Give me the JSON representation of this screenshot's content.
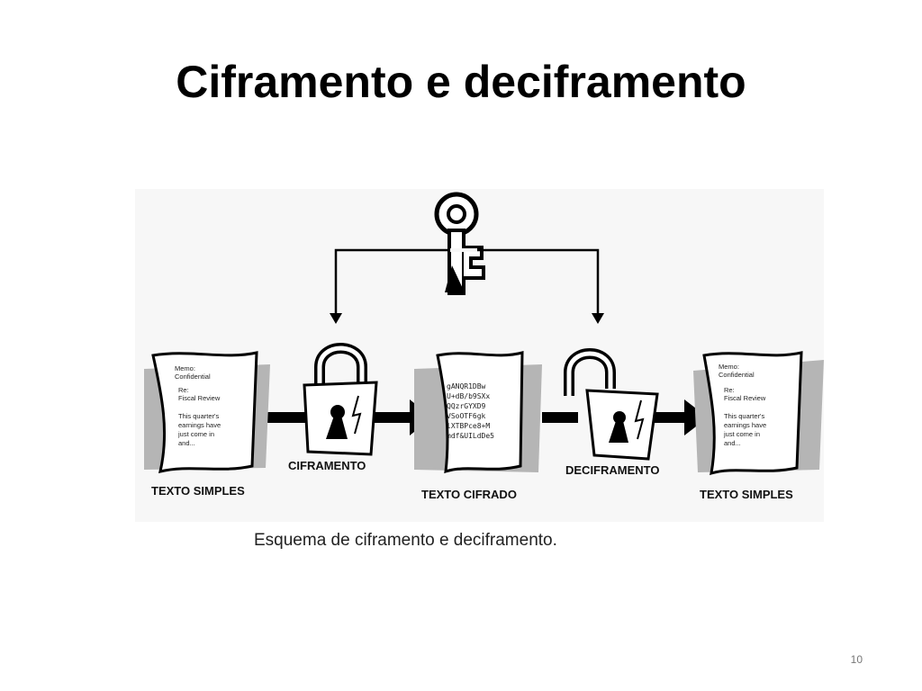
{
  "slide": {
    "title": "Ciframento e deciframento",
    "caption": "Esquema de ciframento e deciframento.",
    "page_number": "10"
  },
  "diagram": {
    "plain_doc_lines": [
      "Memo:",
      "Confidential",
      "Re:",
      "Fiscal Review",
      "This quarter's",
      "earnings have",
      "just come in",
      "and..."
    ],
    "cipher_doc_lines": [
      "gANQR1DBw",
      "U+dB/b9SXx",
      "QQzrGYXD9",
      "VSoOTF6gk",
      "lXTBPce8+M",
      "mdf&UILdDe5"
    ],
    "labels": {
      "plaintext_left": "TEXTO SIMPLES",
      "encrypt": "CIFRAMENTO",
      "ciphertext": "TEXTO CIFRADO",
      "decrypt": "DECIFRAMENTO",
      "plaintext_right": "TEXTO SIMPLES"
    }
  },
  "colors": {
    "text": "#000000",
    "shadow": "#b5b5b5",
    "diagram_bg": "#f7f7f7"
  }
}
